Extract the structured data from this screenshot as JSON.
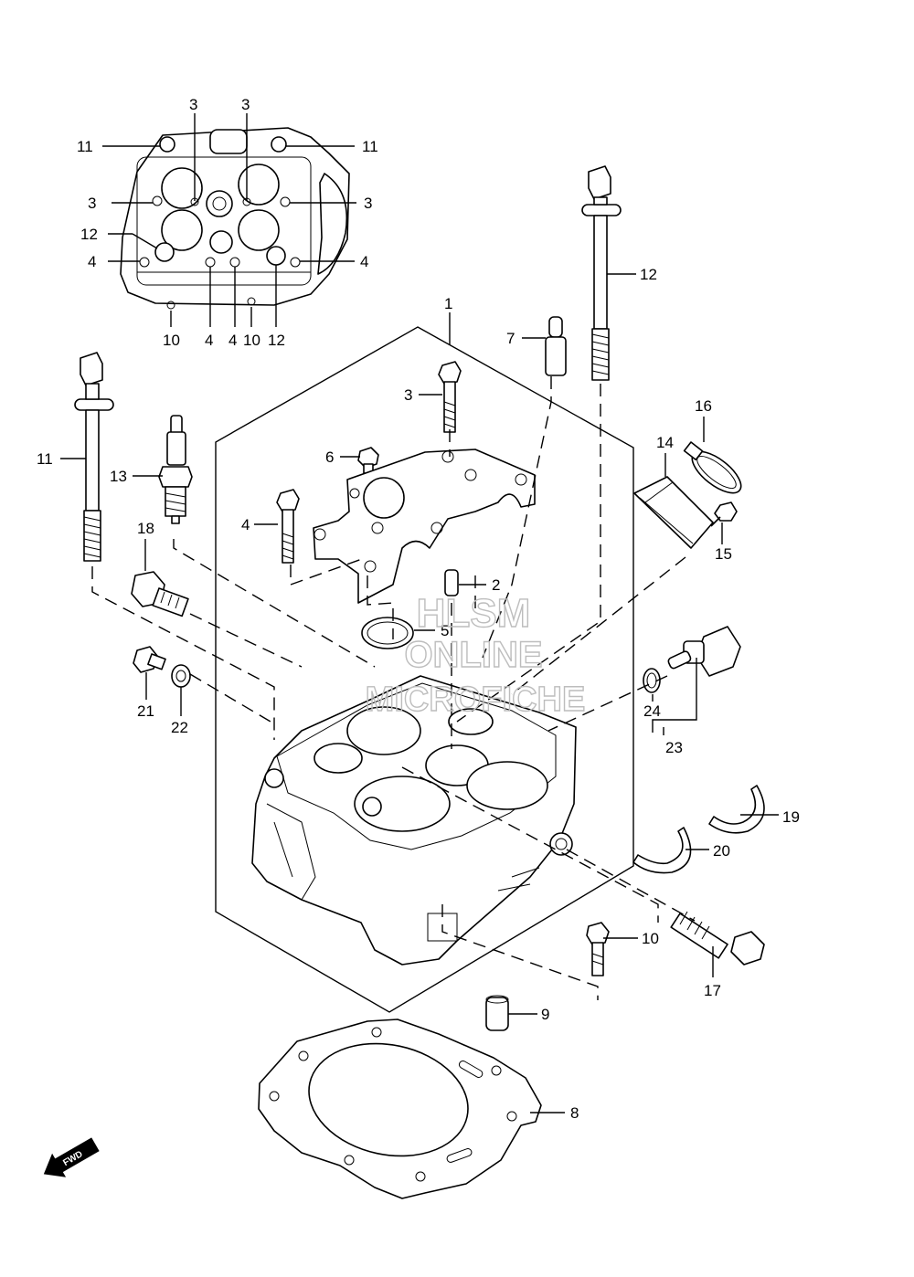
{
  "diagram": {
    "labels": {
      "top_left": [
        "3",
        "3",
        "11",
        "11",
        "3",
        "3",
        "12",
        "4",
        "4",
        "10",
        "4",
        "4",
        "10",
        "12"
      ],
      "main": [
        "1",
        "2",
        "3",
        "4",
        "5",
        "6",
        "7",
        "8",
        "9",
        "10",
        "11",
        "12",
        "13",
        "14",
        "15",
        "16",
        "17",
        "18",
        "19",
        "20",
        "21",
        "22",
        "23",
        "24"
      ]
    },
    "watermark": [
      "HLSM",
      "ONLINE",
      "MICROFICHE"
    ],
    "fwd_label": "FWD"
  }
}
